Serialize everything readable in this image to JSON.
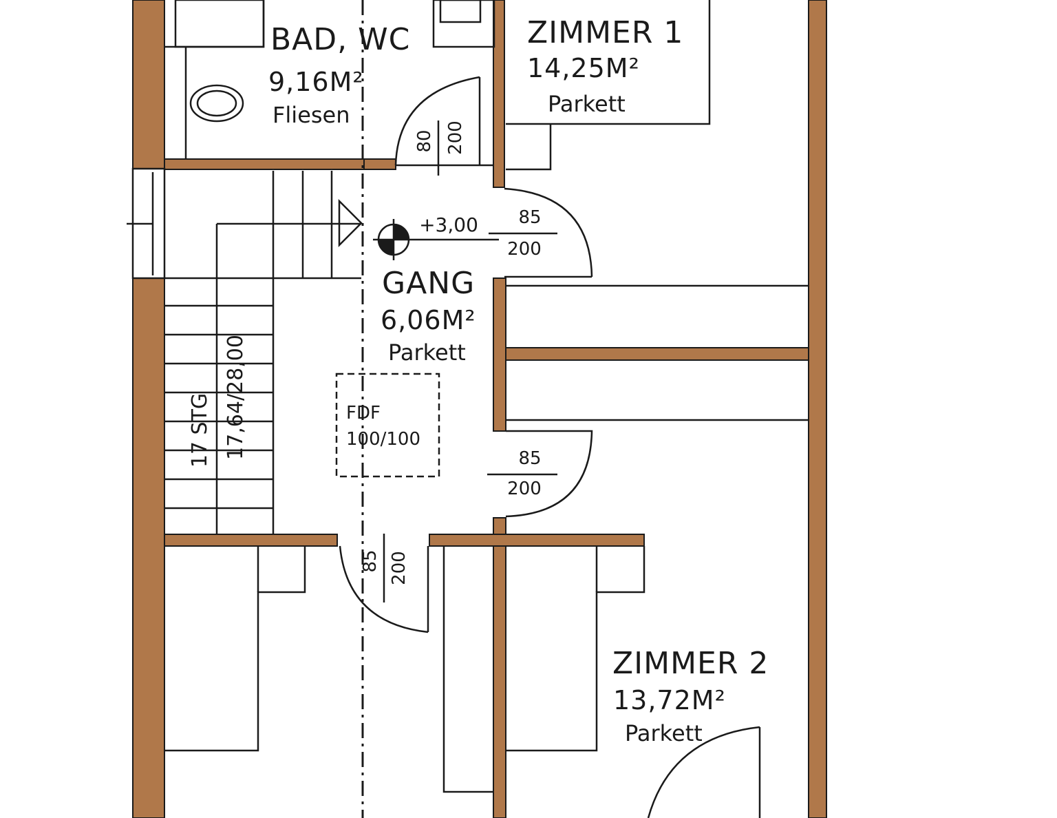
{
  "rooms": {
    "bad": {
      "name": "BAD, WC",
      "area": "9,16M²",
      "floor": "Fliesen"
    },
    "zimmer1": {
      "name": "ZIMMER 1",
      "area": "14,25M²",
      "floor": "Parkett"
    },
    "gang": {
      "name": "GANG",
      "area": "6,06M²",
      "floor": "Parkett"
    },
    "zimmer2": {
      "name": "ZIMMER 2",
      "area": "13,72M²",
      "floor": "Parkett"
    }
  },
  "doors": {
    "bad_door": {
      "width": "80",
      "height": "200"
    },
    "zimmer1_door": {
      "width": "85",
      "height": "200"
    },
    "middle_door": {
      "width": "85",
      "height": "200"
    },
    "bottom_door": {
      "width": "85",
      "height": "200"
    }
  },
  "level_marker": "+3,00",
  "stairs": {
    "count": "17 STG",
    "dimension": "17,64/28,00"
  },
  "skylight": {
    "label": "FDF",
    "size": "100/100"
  },
  "colors": {
    "wall": "#b0784a",
    "line": "#1a1a1a",
    "background": "#ffffff"
  }
}
